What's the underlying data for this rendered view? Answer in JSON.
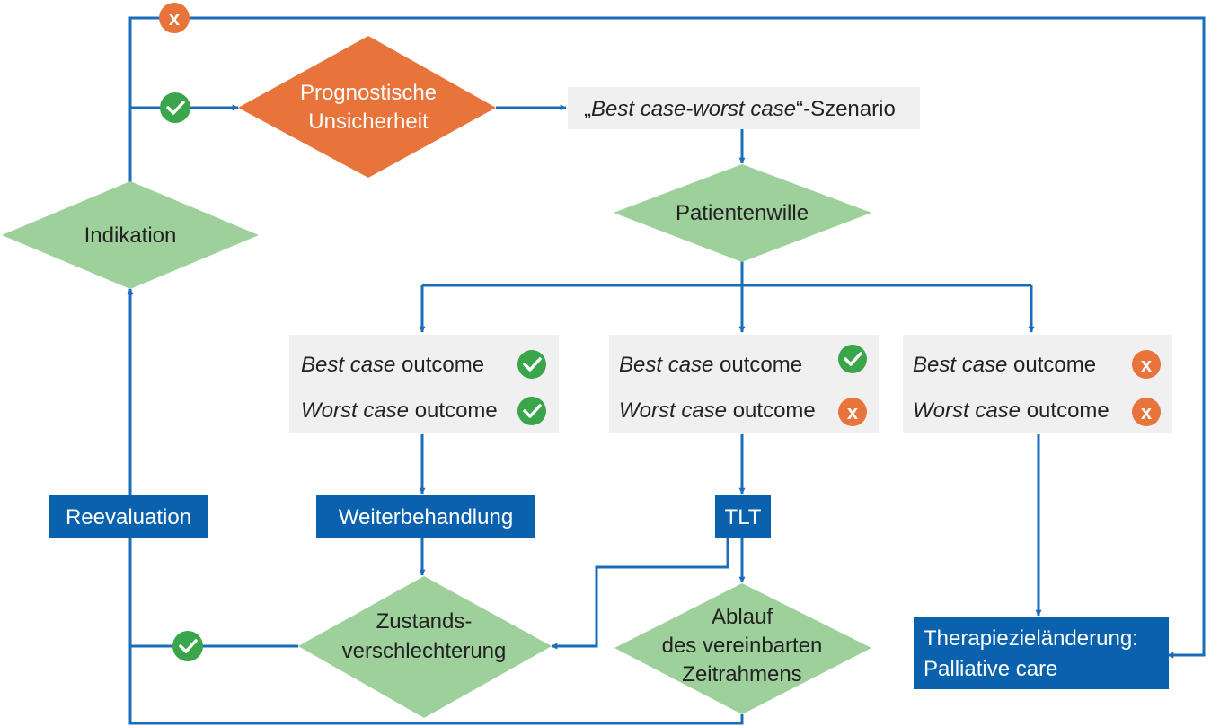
{
  "colors": {
    "connector": "#1a6db8",
    "decision_green": "#9dd09b",
    "decision_orange": "#e8743b",
    "box_grey": "#f0f0f0",
    "box_blue": "#0a62ae",
    "check_green": "#3aa54b",
    "cross_orange": "#e8743b"
  },
  "icons": {
    "yes": "check-circle-icon",
    "no": "x-circle-icon",
    "no_glyph": "x"
  },
  "nodes": {
    "indikation": "Indikation",
    "prognostic": {
      "line1": "Prognostische",
      "line2": "Unsicherheit"
    },
    "scenario": {
      "quote": "„",
      "italic": "Best case-worst case",
      "rest": "“-Szenario"
    },
    "patientenwille": "Patientenwille",
    "outcome": {
      "best": "Best case",
      "worst": "Worst case",
      "suffix": " outcome"
    },
    "reevaluation": "Reevaluation",
    "weiterbehandlung": "Weiterbehandlung",
    "tlt": "TLT",
    "zustand": {
      "line1": "Zustands-",
      "line2": "verschlechterung"
    },
    "ablauf": {
      "line1": "Ablauf",
      "line2": "des vereinbarten",
      "line3": "Zeitrahmens"
    },
    "therapie": {
      "line1": "Therapiezieländerung:",
      "line2": "Palliative care"
    }
  }
}
